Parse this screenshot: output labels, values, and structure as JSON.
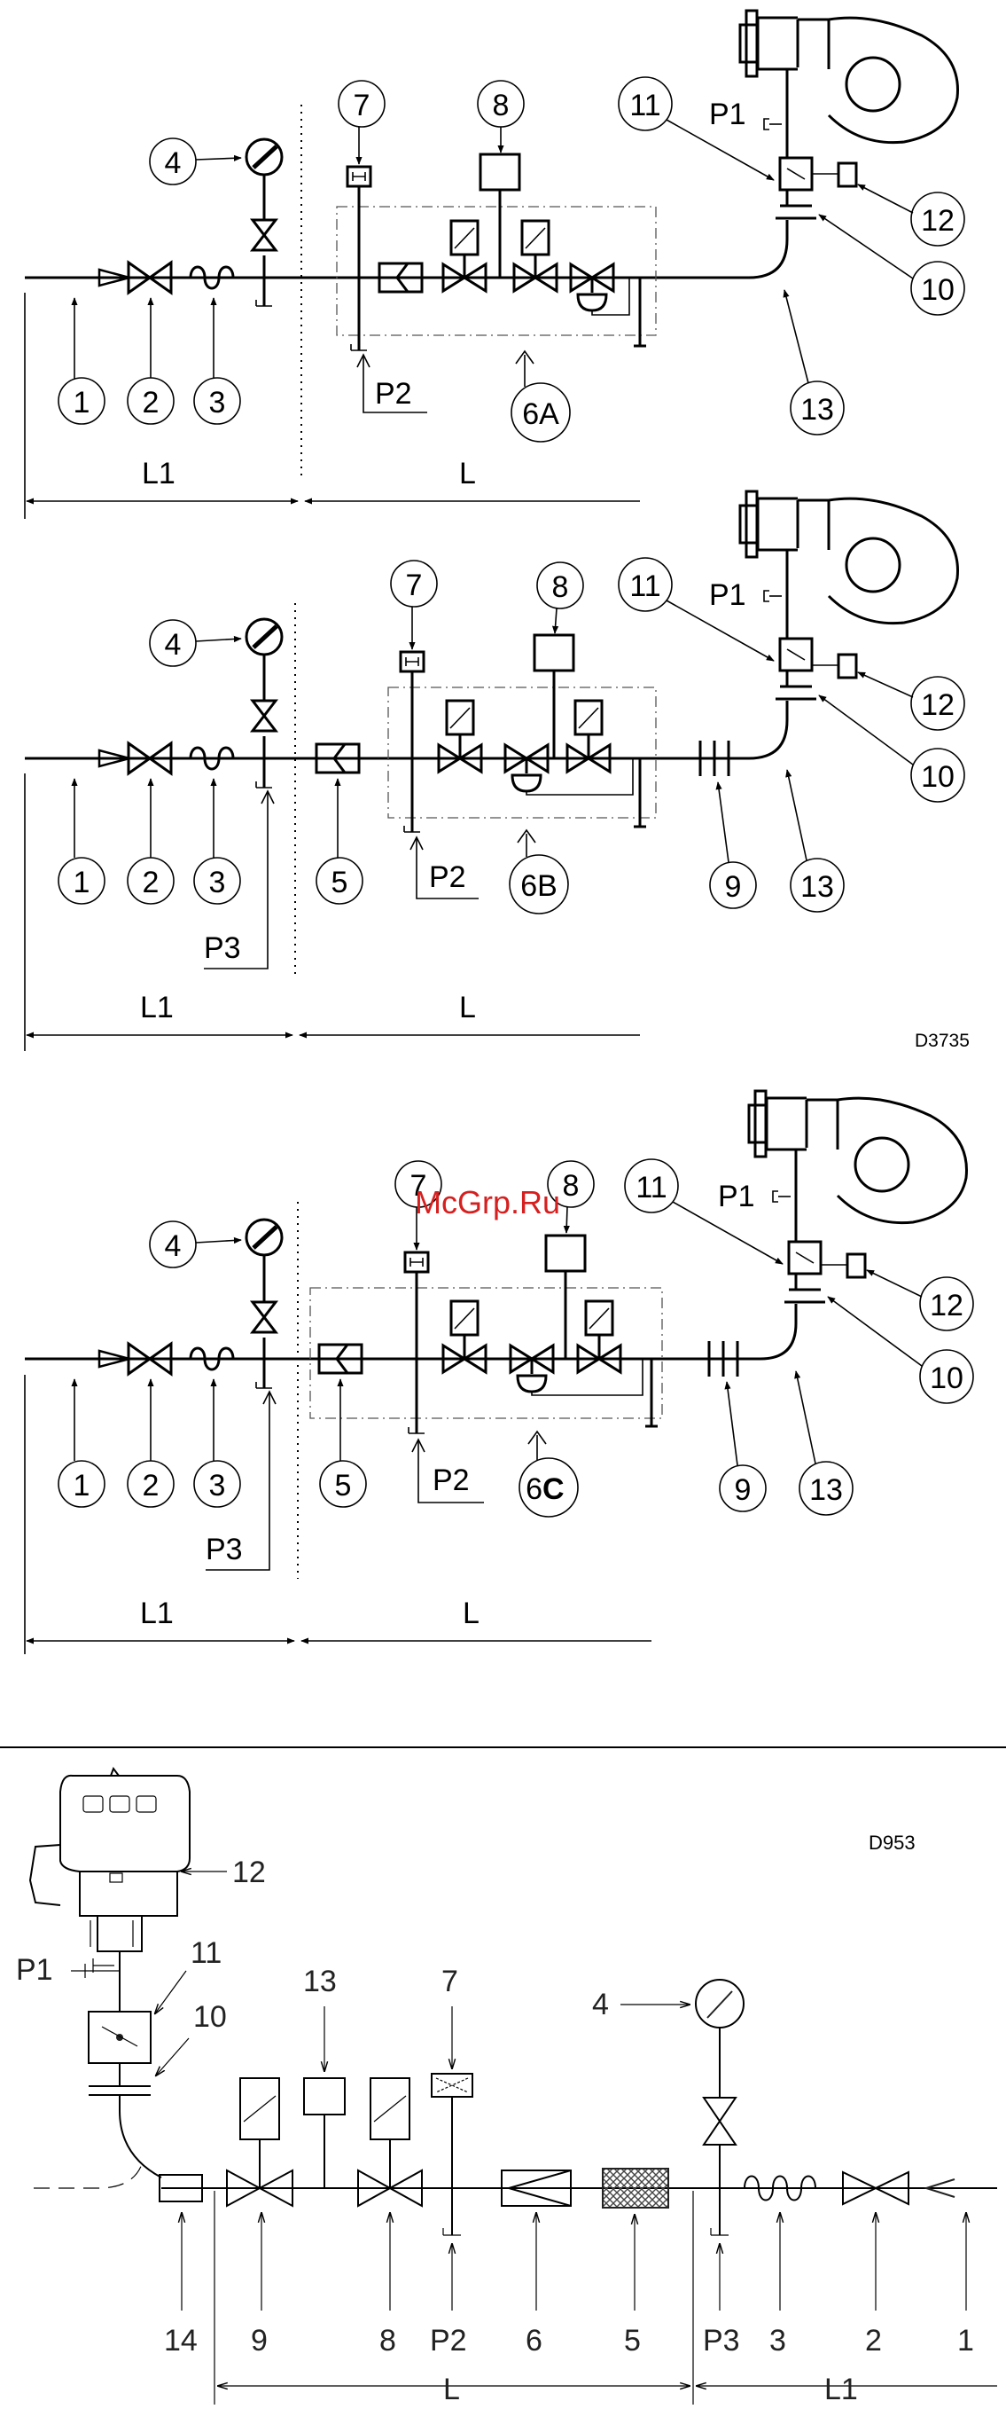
{
  "watermark": "McGrp.Ru",
  "colors": {
    "line": "#000000",
    "watermark": "#d61f1f",
    "hatch": "#444444"
  },
  "diagram_a": {
    "labels": {
      "n1": "1",
      "n2": "2",
      "n3": "3",
      "n4": "4",
      "n7": "7",
      "n8": "8",
      "n10": "10",
      "n11": "11",
      "n12": "12",
      "n13": "13"
    },
    "train_label": "6A",
    "pressure": {
      "p1": "P1",
      "p2": "P2"
    },
    "dims": {
      "l1": "L1",
      "l": "L"
    }
  },
  "diagram_b": {
    "labels": {
      "n1": "1",
      "n2": "2",
      "n3": "3",
      "n4": "4",
      "n5": "5",
      "n7": "7",
      "n8": "8",
      "n9": "9",
      "n10": "10",
      "n11": "11",
      "n12": "12",
      "n13": "13"
    },
    "train_label": "6B",
    "pressure": {
      "p1": "P1",
      "p2": "P2",
      "p3": "P3"
    },
    "dims": {
      "l1": "L1",
      "l": "L"
    },
    "code": "D3735"
  },
  "diagram_c": {
    "labels": {
      "n1": "1",
      "n2": "2",
      "n3": "3",
      "n4": "4",
      "n5": "5",
      "n7": "7",
      "n8": "8",
      "n9": "9",
      "n10": "10",
      "n11": "11",
      "n12": "12",
      "n13": "13"
    },
    "train_num": "6",
    "train_letter": "C",
    "pressure": {
      "p1": "P1",
      "p2": "P2",
      "p3": "P3"
    },
    "dims": {
      "l1": "L1",
      "l": "L"
    }
  },
  "diagram_d": {
    "code": "D953",
    "labels": {
      "n1": "1",
      "n2": "2",
      "n3": "3",
      "n4": "4",
      "n5": "5",
      "n6": "6",
      "n7": "7",
      "n8": "8",
      "n9": "9",
      "n10": "10",
      "n11": "11",
      "n12": "12",
      "n13": "13",
      "n14": "14"
    },
    "pressure": {
      "p1": "P1",
      "p2": "P2",
      "p3": "P3"
    },
    "dims": {
      "l": "L",
      "l1": "L1"
    }
  }
}
